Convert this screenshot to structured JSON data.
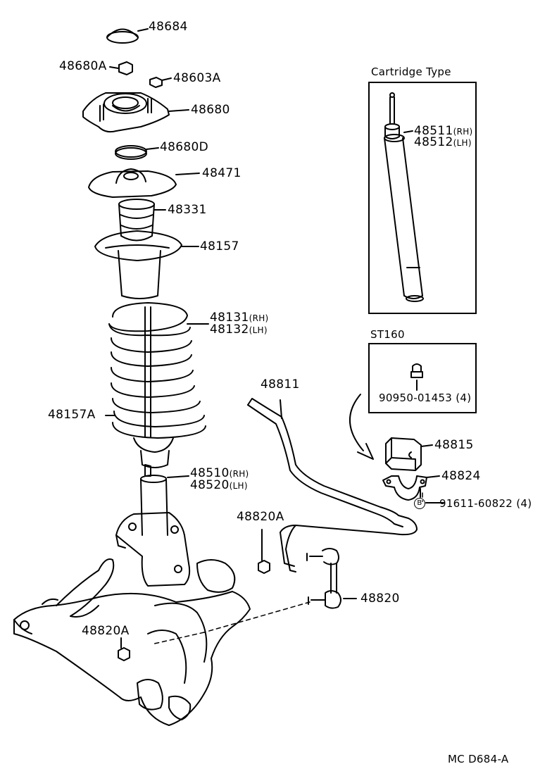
{
  "parts": {
    "p48684": "48684",
    "p48680A": "48680A",
    "p48603A": "48603A",
    "p48680": "48680",
    "p48680D": "48680D",
    "p48471": "48471",
    "p48331": "48331",
    "p48157": "48157",
    "p48131": "48131",
    "p48132": "48132",
    "p48157A": "48157A",
    "p48510": "48510",
    "p48520": "48520",
    "p48811": "48811",
    "p48815": "48815",
    "p48824": "48824",
    "p91611": "91611-60822 (4)",
    "p48820A_top": "48820A",
    "p48820": "48820",
    "p48820A_bot": "48820A",
    "p48511": "48511",
    "p48512": "48512",
    "p90950": "90950-01453 (4)"
  },
  "suffix": {
    "rh": "(RH)",
    "lh": "(LH)"
  },
  "cartridge_title": "Cartridge Type",
  "st160_title": "ST160",
  "circle_b": "B",
  "diagram_code": "MC D684-A"
}
